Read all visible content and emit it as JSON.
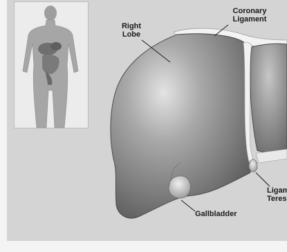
{
  "labels": {
    "right_lobe": "Right\nLobe",
    "coronary_ligament": "Coronary\nLigament",
    "gallbladder": "Gallbladder",
    "ligamentum_teres": "Ligam\nTeres"
  },
  "colors": {
    "background": "#d4d4d4",
    "liver": "#8a8a8a",
    "label_text": "#1a1a1a"
  }
}
